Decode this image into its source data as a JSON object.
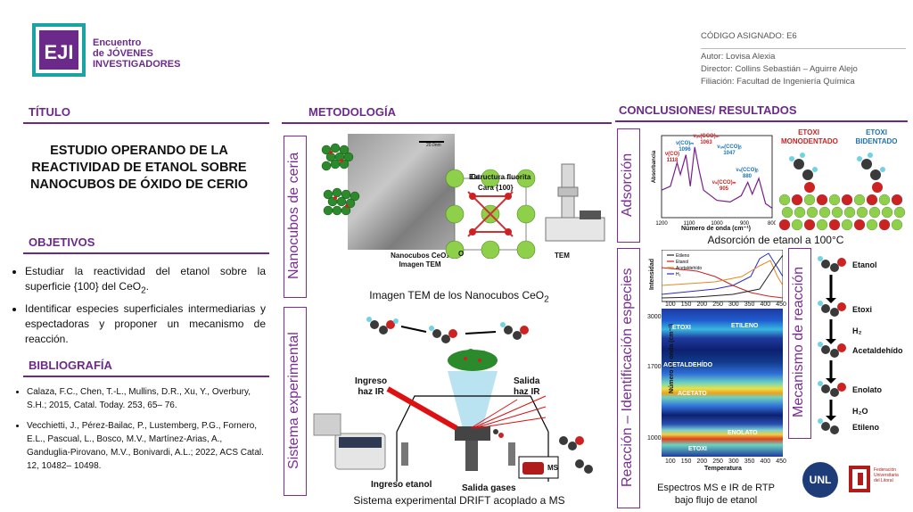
{
  "logo": {
    "text": "EJI",
    "line1": "Encuentro",
    "line2": "de JÓVENES",
    "line3": "INVESTIGADORES"
  },
  "info": {
    "code": "CÓDIGO ASIGNADO: E6",
    "author": "Autor: Lovisa Alexia",
    "director": "Director: Collins Sebastián – Aguirre Alejo",
    "affiliation": "Filiación: Facultad de Ingeniería Química"
  },
  "sections": {
    "title_hdr": "TÍTULO",
    "method_hdr": "METODOLOGÍA",
    "concl_hdr": "CONCLUSIONES/ RESULTADOS",
    "obj_hdr": "OBJETIVOS",
    "bib_hdr": "BIBLIOGRAFÍA"
  },
  "title": "ESTUDIO OPERANDO DE LA REACTIVIDAD DE ETANOL SOBRE NANOCUBOS DE ÓXIDO DE CERIO",
  "objectives": {
    "item1_pre": "Estudiar la reactividad del etanol sobre la superficie {100} del CeO",
    "item1_sub": "2",
    "item1_post": ".",
    "item2": "Identificar especies superficiales intermediarias y espectadoras y proponer un mecanismo de reacción."
  },
  "bibliography": [
    "Calaza, F.C., Chen, T.-L., Mullins, D.R., Xu, Y., Overbury, S.H.; 2015, Catal. Today. 253, 65– 76.",
    "Vecchietti, J., Pérez-Bailac, P., Lustemberg, P.G., Fornero, E.L., Pascual, L., Bosco, M.V., Martínez-Arias, A., Ganduglia-Pirovano, M.V., Bonivardi, A.L.; 2022, ACS Catal. 12, 10482– 10498."
  ],
  "method": {
    "vbox1": "Nanocubos de ceria",
    "vbox2": "Sistema experimental",
    "tem_scale": "20.0nm",
    "fluorite": "Estructura fluorita",
    "face": "Cara {100}",
    "ce": "Ce",
    "o": "O",
    "nanocubes_label1": "Nanocubos CeO₂",
    "nanocubes_label2": "Imagen TEM",
    "tem": "TEM",
    "cap1_pre": "Imagen TEM de los Nanocubos CeO",
    "cap1_sub": "2",
    "ir_in1": "Ingreso",
    "ir_in2": "haz IR",
    "ir_out1": "Salida",
    "ir_out2": "haz IR",
    "ethanol_in": "Ingreso etanol",
    "gas_out": "Salida gases",
    "ms": "MS",
    "cap2": "Sistema experimental DRIFT acoplado a MS"
  },
  "results": {
    "vbox_ads": "Adsorción",
    "vbox_react": "Reacción – Identificación especies",
    "vbox_mech": "Mecanismo de reacción",
    "ads_ylabel": "Absorbancia",
    "ads_xlabel": "Número de onda (cm⁻¹)",
    "ads_ticks": [
      "1200",
      "1100",
      "1000",
      "900",
      "800"
    ],
    "ads_peaks": [
      {
        "label": "ν(CO)",
        "value": "1118",
        "color": "#cc2222"
      },
      {
        "label": "ν(CO)ₘ",
        "value": "1096",
        "color": "#1a73b8"
      },
      {
        "label": "νₐₛ(CCO)ₘ",
        "value": "1063",
        "color": "#cc2222"
      },
      {
        "label": "νₐₛ(CCO)ᵦ",
        "value": "1047",
        "color": "#1a73b8"
      },
      {
        "label": "νₛ(CCO)ₘ",
        "value": "905",
        "color": "#cc2222"
      },
      {
        "label": "νₛ(CCO)ᵦ",
        "value": "880",
        "color": "#1a73b8"
      }
    ],
    "etoxi_mono1": "ETOXI",
    "etoxi_mono2": "MONODENTADO",
    "etoxi_bi1": "ETOXI",
    "etoxi_bi2": "BIDENTADO",
    "cap_ads": "Adsorción de etanol a 100°C",
    "ms_ylabel": "Intensidad",
    "ms_legend": [
      "Etileno",
      "Etanol",
      "Acetaldehído",
      "H₂"
    ],
    "ir_ylabel": "Número de onda (cm⁻¹)",
    "ir_xlabel": "Temperatura",
    "ms_xticks": [
      "100",
      "150",
      "200",
      "250",
      "300",
      "350",
      "400",
      "450"
    ],
    "ir_yticks": [
      "3000",
      "1700",
      "1000"
    ],
    "ir_species": [
      "ETOXI",
      "ETILENO",
      "ACETALDEHÍDO",
      "ACETATO",
      "ENOLATO",
      "ETOXI"
    ],
    "cap_react1": "Espectros MS e IR de RTP",
    "cap_react2": "bajo flujo de etanol",
    "mech": [
      "Etanol",
      "Etoxi",
      "H",
      "Acetaldehído",
      "Enolato",
      "H",
      "Etileno"
    ],
    "mech_h2": "H₂",
    "mech_h2o": "H₂O"
  },
  "footer_logos": {
    "unl": "UNL",
    "rue1": "Federación",
    "rue2": "Universitaria",
    "rue3": "del Litoral"
  },
  "colors": {
    "accent": "#6b2a8a",
    "red": "#cc2222",
    "blue": "#1a73b8",
    "green": "#2e8b2e"
  }
}
